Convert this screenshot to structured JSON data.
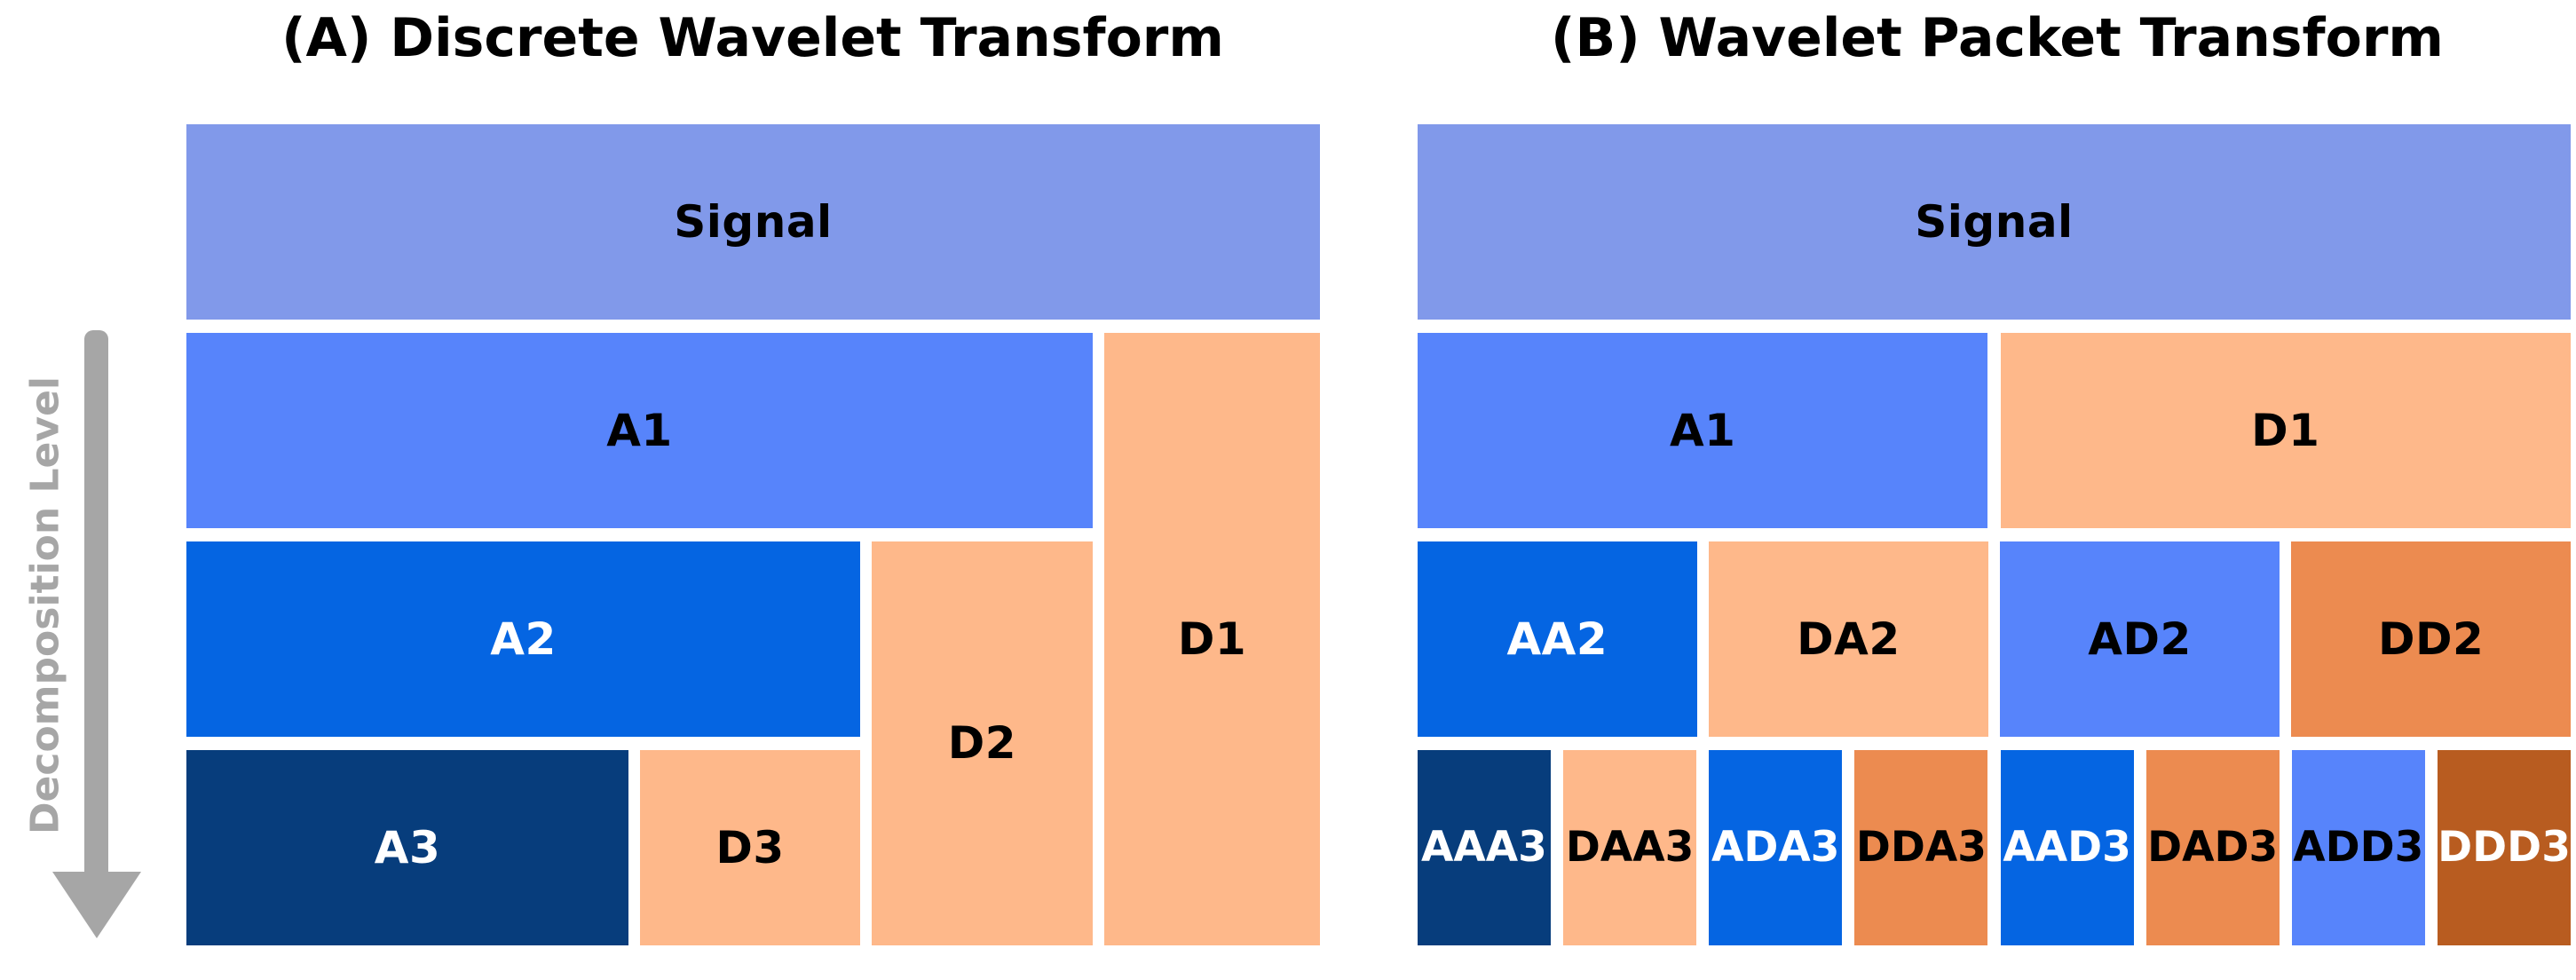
{
  "panels": {
    "a": {
      "title": "(A) Discrete Wavelet Transform",
      "blocks": {
        "signal": {
          "label": "Signal",
          "fill": "#8199ea",
          "text": "#000000"
        },
        "a1": {
          "label": "A1",
          "fill": "#5784fb",
          "text": "#000000"
        },
        "d1": {
          "label": "D1",
          "fill": "#feb88a",
          "text": "#000000"
        },
        "a2": {
          "label": "A2",
          "fill": "#0565e2",
          "text": "#ffffff"
        },
        "d2": {
          "label": "D2",
          "fill": "#feb88a",
          "text": "#000000"
        },
        "a3": {
          "label": "A3",
          "fill": "#073d7c",
          "text": "#ffffff"
        },
        "d3": {
          "label": "D3",
          "fill": "#feb88a",
          "text": "#000000"
        }
      }
    },
    "b": {
      "title": "(B) Wavelet Packet Transform",
      "blocks": {
        "signal": {
          "label": "Signal",
          "fill": "#8199ea",
          "text": "#000000"
        },
        "a1": {
          "label": "A1",
          "fill": "#5784fb",
          "text": "#000000"
        },
        "d1": {
          "label": "D1",
          "fill": "#feb88a",
          "text": "#000000"
        },
        "aa2": {
          "label": "AA2",
          "fill": "#0565e2",
          "text": "#ffffff"
        },
        "da2": {
          "label": "DA2",
          "fill": "#feb88a",
          "text": "#000000"
        },
        "ad2": {
          "label": "AD2",
          "fill": "#5784fb",
          "text": "#000000"
        },
        "dd2": {
          "label": "DD2",
          "fill": "#ec8b50",
          "text": "#000000"
        },
        "aaa3": {
          "label": "AAA3",
          "fill": "#073d7c",
          "text": "#ffffff"
        },
        "daa3": {
          "label": "DAA3",
          "fill": "#feb88a",
          "text": "#000000"
        },
        "ada3": {
          "label": "ADA3",
          "fill": "#0565e2",
          "text": "#ffffff"
        },
        "dda3": {
          "label": "DDA3",
          "fill": "#ec8b50",
          "text": "#000000"
        },
        "aad3": {
          "label": "AAD3",
          "fill": "#0565e2",
          "text": "#ffffff"
        },
        "dad3": {
          "label": "DAD3",
          "fill": "#ec8b50",
          "text": "#000000"
        },
        "add3": {
          "label": "ADD3",
          "fill": "#5784fb",
          "text": "#000000"
        },
        "ddd3": {
          "label": "DDD3",
          "fill": "#b85c20",
          "text": "#ffffff"
        }
      }
    }
  },
  "axis": {
    "label": "Decomposition Level"
  },
  "colors": {
    "axis_gray": "#a6a6a6",
    "title_color": "#000000",
    "background": "#ffffff",
    "signal_periwinkle": "#8199ea",
    "approx_blue_medium": "#5784fb",
    "approx_blue_strong": "#0565e2",
    "approx_navy": "#073d7c",
    "detail_peach": "#feb88a",
    "detail_orange": "#ec8b50",
    "detail_rust": "#b85c20"
  }
}
